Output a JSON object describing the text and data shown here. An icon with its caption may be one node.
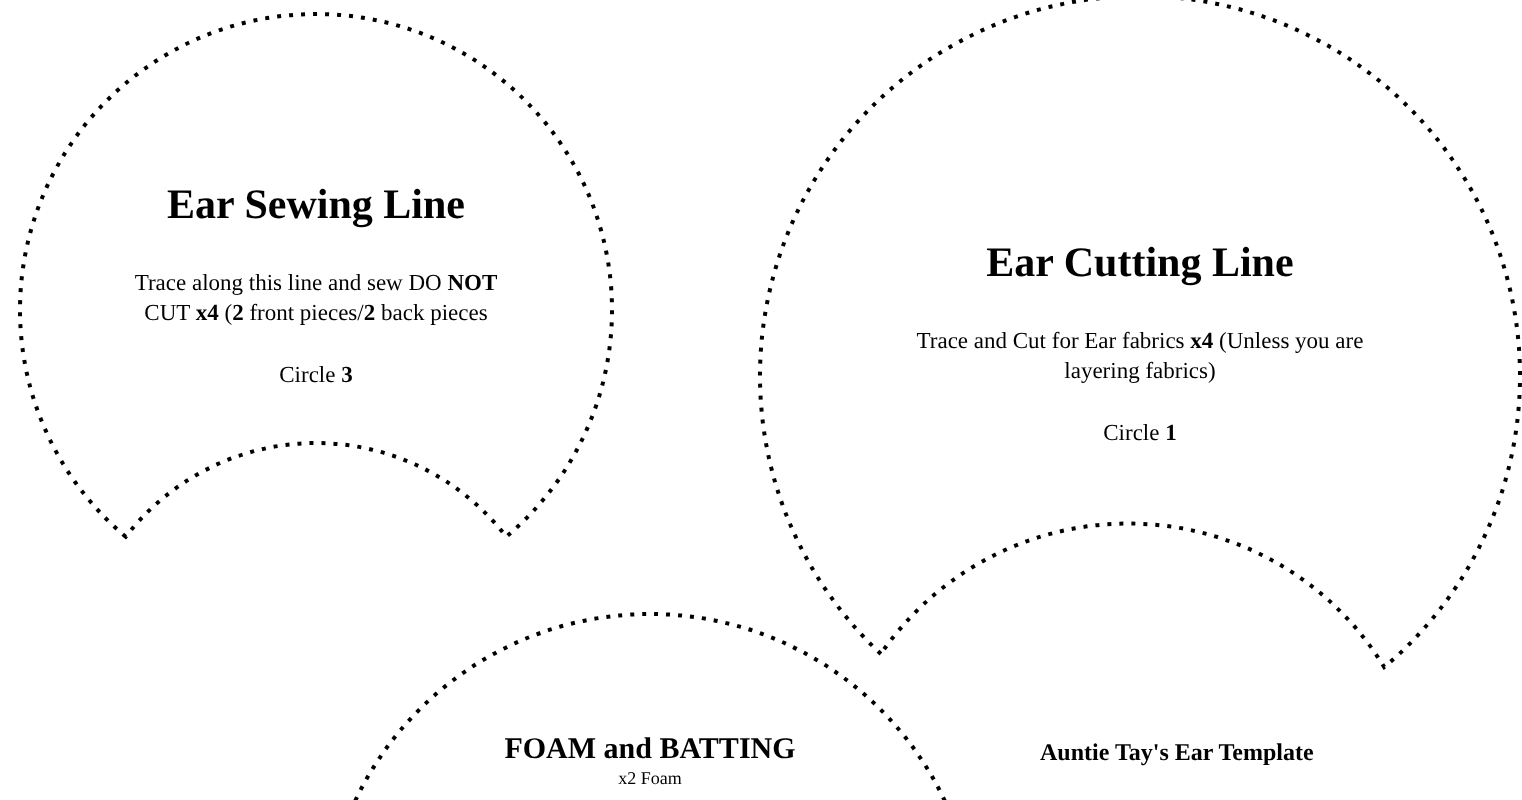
{
  "diagram": {
    "nodes": [
      {
        "text": [
          "Ear Sewing Line",
          "Trace along this line and sew DO **NOT** CUT **x4** (**2** front pieces/**2** back pieces",
          "Circle **3**"
        ]
      },
      {
        "text": [
          "Ear Cutting Line",
          "Trace and Cut for Ear fabrics **x4** (Unless you are layering fabrics)",
          "Circle **1**"
        ]
      },
      {
        "text": [
          "FOAM and BATTING",
          "x2 Foam"
        ]
      }
    ],
    "labels": [
      "Auntie Tay's Ear Template"
    ]
  }
}
